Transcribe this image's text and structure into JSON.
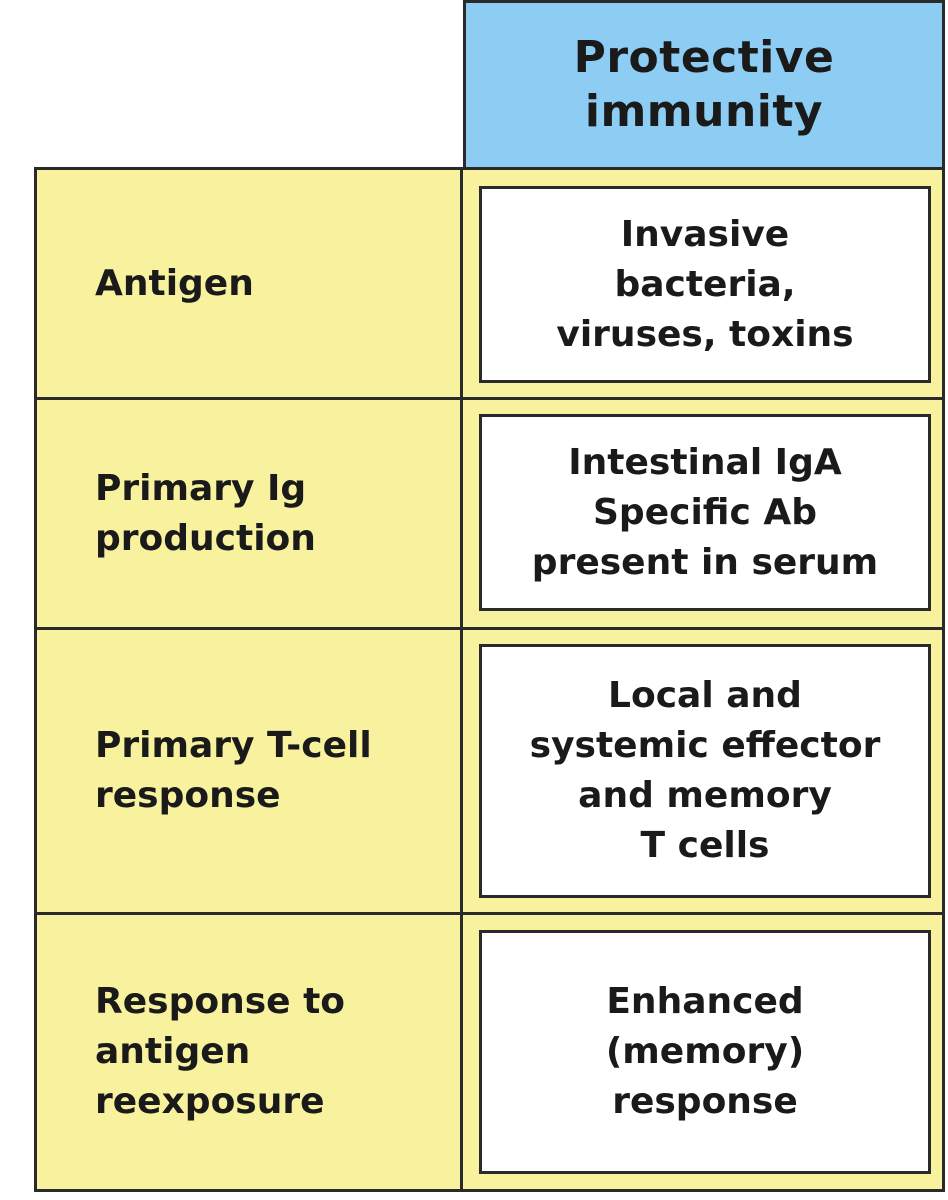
{
  "header": {
    "title": "Protective\nimmunity"
  },
  "rows": [
    {
      "label": "Antigen",
      "value": "Invasive\nbacteria,\nviruses, toxins"
    },
    {
      "label": "Primary Ig\nproduction",
      "value": "Intestinal IgA\nSpecific Ab\npresent in serum"
    },
    {
      "label": "Primary T-cell\nresponse",
      "value": "Local and\nsystemic effector\nand memory\nT cells"
    },
    {
      "label": "Response to\nantigen\nreexposure",
      "value": "Enhanced\n(memory)\nresponse"
    }
  ]
}
